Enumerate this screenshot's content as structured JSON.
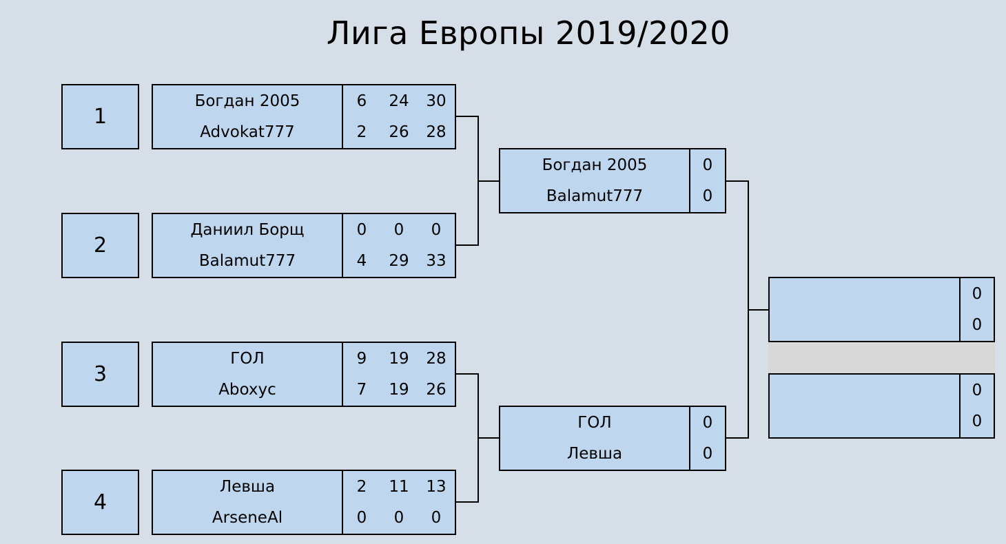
{
  "title": "Лига Европы 2019/2020",
  "seeds": [
    "1",
    "2",
    "3",
    "4"
  ],
  "round1": [
    {
      "p1": "Богдан 2005",
      "p2": "Advokat777",
      "s1": [
        "6",
        "24",
        "30"
      ],
      "s2": [
        "2",
        "26",
        "28"
      ]
    },
    {
      "p1": "Даниил Борщ",
      "p2": "Balamut777",
      "s1": [
        "0",
        "0",
        "0"
      ],
      "s2": [
        "4",
        "29",
        "33"
      ]
    },
    {
      "p1": "ГОЛ",
      "p2": "Aboxyc",
      "s1": [
        "9",
        "19",
        "28"
      ],
      "s2": [
        "7",
        "19",
        "26"
      ]
    },
    {
      "p1": "Левша",
      "p2": "ArseneAl",
      "s1": [
        "2",
        "11",
        "13"
      ],
      "s2": [
        "0",
        "0",
        "0"
      ]
    }
  ],
  "semifinals": [
    {
      "p1": "Богдан 2005",
      "p2": "Balamut777",
      "s1": "0",
      "s2": "0"
    },
    {
      "p1": "ГОЛ",
      "p2": "Левша",
      "s1": "0",
      "s2": "0"
    }
  ],
  "finals": [
    {
      "p1": "",
      "p2": "",
      "s1": "0",
      "s2": "0"
    },
    {
      "p1": "",
      "p2": "",
      "s1": "0",
      "s2": "0"
    }
  ],
  "colors": {
    "background": "#d6dfe8",
    "box": "#bed7ee",
    "border": "#000000",
    "band": "#d8d8d8"
  }
}
